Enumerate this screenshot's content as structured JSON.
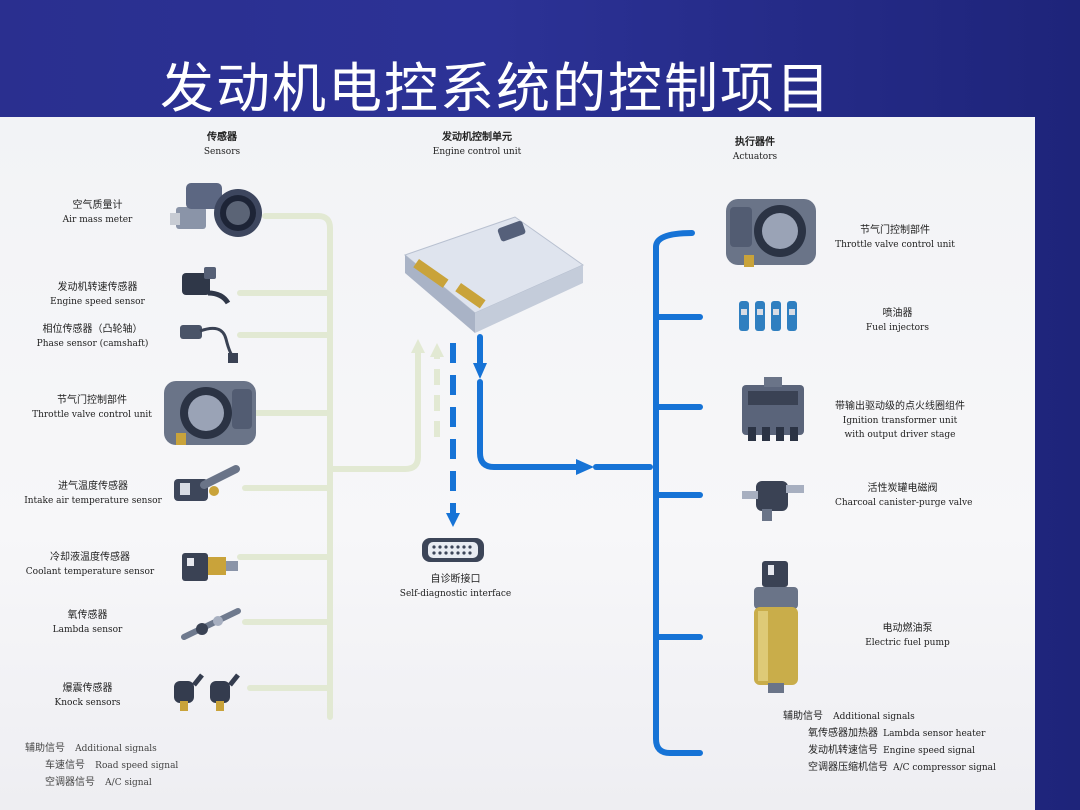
{
  "slide": {
    "title": "发动机电控系统的控制项目"
  },
  "headers": {
    "sensors": {
      "zh": "传感器",
      "en": "Sensors"
    },
    "ecu": {
      "zh": "发动机控制单元",
      "en": "Engine control unit"
    },
    "actuators": {
      "zh": "执行器件",
      "en": "Actuators"
    }
  },
  "sensors": [
    {
      "zh": "空气质量计",
      "en": "Air mass meter"
    },
    {
      "zh": "发动机转速传感器",
      "en": "Engine speed sensor"
    },
    {
      "zh": "相位传感器（凸轮轴）",
      "en": "Phase sensor (camshaft)"
    },
    {
      "zh": "节气门控制部件",
      "en": "Throttle valve control unit"
    },
    {
      "zh": "进气温度传感器",
      "en": "Intake air temperature sensor"
    },
    {
      "zh": "冷却液温度传感器",
      "en": "Coolant temperature sensor"
    },
    {
      "zh": "氧传感器",
      "en": "Lambda sensor"
    },
    {
      "zh": "爆震传感器",
      "en": "Knock sensors"
    }
  ],
  "sensor_additional": {
    "zh": "辅助信号",
    "en": "Additional signals",
    "items": [
      {
        "zh": "车速信号",
        "en": "Road speed signal"
      },
      {
        "zh": "空调器信号",
        "en": "A/C signal"
      }
    ]
  },
  "diagnostic": {
    "zh": "自诊断接口",
    "en": "Self-diagnostic interface"
  },
  "actuators": [
    {
      "zh": "节气门控制部件",
      "en": "Throttle valve control unit"
    },
    {
      "zh": "喷油器",
      "en": "Fuel injectors"
    },
    {
      "zh": "带输出驱动级的点火线圈组件",
      "en": "Ignition transformer unit",
      "en2": "with output driver stage"
    },
    {
      "zh": "活性炭罐电磁阀",
      "en": "Charcoal canister-purge valve"
    },
    {
      "zh": "电动燃油泵",
      "en": "Electric fuel pump"
    }
  ],
  "actuator_additional": {
    "zh": "辅助信号",
    "en": "Additional signals",
    "items": [
      {
        "zh": "氧传感器加热器",
        "en": "Lambda sensor heater"
      },
      {
        "zh": "发动机转速信号",
        "en": "Engine speed signal"
      },
      {
        "zh": "空调器压缩机信号",
        "en": "A/C compressor signal"
      }
    ]
  },
  "colors": {
    "sensor_line": "#e3ead6",
    "actuator_line": "#1673d6",
    "slide_bg": "#2a2f8f",
    "panel_bg": "#f3f3f6"
  },
  "icons": [
    "air-mass-meter-icon",
    "speed-sensor-icon",
    "phase-sensor-icon",
    "throttle-body-icon",
    "intake-temp-sensor-icon",
    "coolant-sensor-icon",
    "lambda-sensor-icon",
    "knock-sensor-icon",
    "ecu-icon",
    "diagnostic-connector-icon",
    "fuel-injector-icon",
    "ignition-coil-icon",
    "canister-valve-icon",
    "fuel-pump-icon"
  ]
}
